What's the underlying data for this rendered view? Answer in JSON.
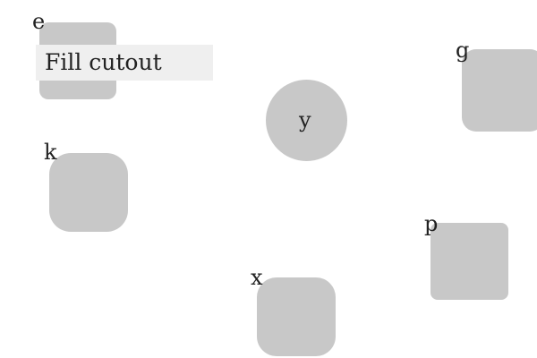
{
  "colors": {
    "shape_fill": "#c8c8c8",
    "button_bg": "#efefef",
    "text": "#222222",
    "background": "#ffffff"
  },
  "shapes": {
    "e": {
      "label": "e"
    },
    "g": {
      "label": "g"
    },
    "k": {
      "label": "k"
    },
    "p": {
      "label": "p"
    },
    "x": {
      "label": "x"
    },
    "y": {
      "label": "y"
    }
  },
  "toolbar": {
    "fill_cutout_label": "Fill cutout"
  }
}
